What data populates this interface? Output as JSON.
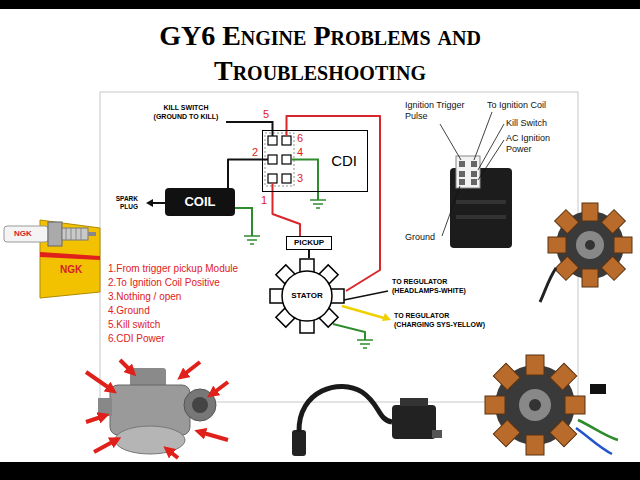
{
  "diagram": {
    "title": "GY6 Engine Problems and Troubleshooting",
    "nodes": [
      {
        "text": [
          "CDI"
        ]
      },
      {
        "text": [
          "COIL"
        ]
      },
      {
        "text": [
          "PICKUP"
        ]
      },
      {
        "text": [
          "STATOR"
        ]
      }
    ],
    "edges": [
      {
        "from": 0,
        "to": 1,
        "arrow": "none"
      },
      {
        "from": 0,
        "to": 2,
        "arrow": "none"
      },
      {
        "from": 0,
        "to": 3,
        "arrow": "none"
      },
      {
        "from": 2,
        "to": 3,
        "arrow": "none"
      }
    ],
    "labels": [
      "KILL SWITCH (GROUND TO KILL)",
      "5",
      "6",
      "2",
      "4",
      "1",
      "3",
      "SPARK PLUG",
      "1.From trigger pickup Module",
      "2.To Ignition Coil Positive",
      "3.Nothing / open",
      "4.Ground",
      "5.Kill switch",
      "6.CDI Power",
      "TO REGULATOR (HEADLAMPS-WHITE)",
      "TO REGULATOR (CHARGING SYS-YELLOW)",
      "Ignition Trigger Pulse",
      "To Ignition Coil",
      "Kill Switch",
      "AC Ignition Power",
      "Ground",
      "NGK",
      "NGK"
    ]
  }
}
